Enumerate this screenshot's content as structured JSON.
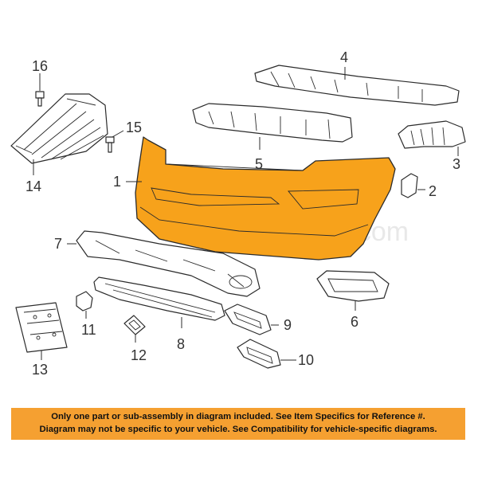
{
  "watermark": "Partomotive.com",
  "callouts": {
    "c1": "1",
    "c2": "2",
    "c3": "3",
    "c4": "4",
    "c5": "5",
    "c6": "6",
    "c7": "7",
    "c8": "8",
    "c9": "9",
    "c10": "10",
    "c11": "11",
    "c12": "12",
    "c13": "13",
    "c14": "14",
    "c15": "15",
    "c16": "16"
  },
  "disclaimer": {
    "line1": "Only one part or sub-assembly in diagram included. See Item Specifics for Reference #.",
    "line2": "Diagram may not be specific to your vehicle. See Compatibility for vehicle-specific diagrams."
  },
  "colors": {
    "highlight_part": "#f7a21b",
    "banner_background": "#f5a031",
    "line_art": "#2b2b2b"
  }
}
